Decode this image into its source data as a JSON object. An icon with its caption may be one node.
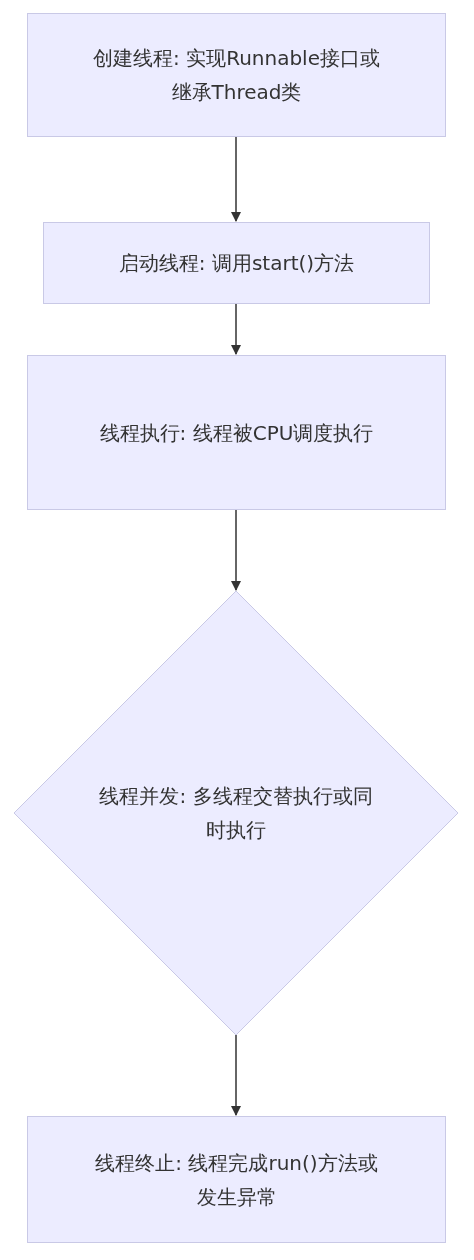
{
  "diagram": {
    "nodes": [
      {
        "text": [
          "创建线程: 实现Runnable接口或继承Thread类"
        ]
      },
      {
        "text": [
          "启动线程: 调用start()方法"
        ]
      },
      {
        "text": [
          "线程执行: 线程被CPU调度执行"
        ]
      },
      {
        "text": [
          "线程并发: 多线程交替执行或同时执行"
        ]
      },
      {
        "text": [
          "线程终止: 线程完成run()方法或发生异常"
        ]
      }
    ],
    "edges": [
      {
        "from": 0,
        "to": 1,
        "arrow": "to"
      },
      {
        "from": 1,
        "to": 2,
        "arrow": "to"
      },
      {
        "from": 2,
        "to": 3,
        "arrow": "to"
      },
      {
        "from": 3,
        "to": 4,
        "arrow": "to"
      }
    ]
  }
}
